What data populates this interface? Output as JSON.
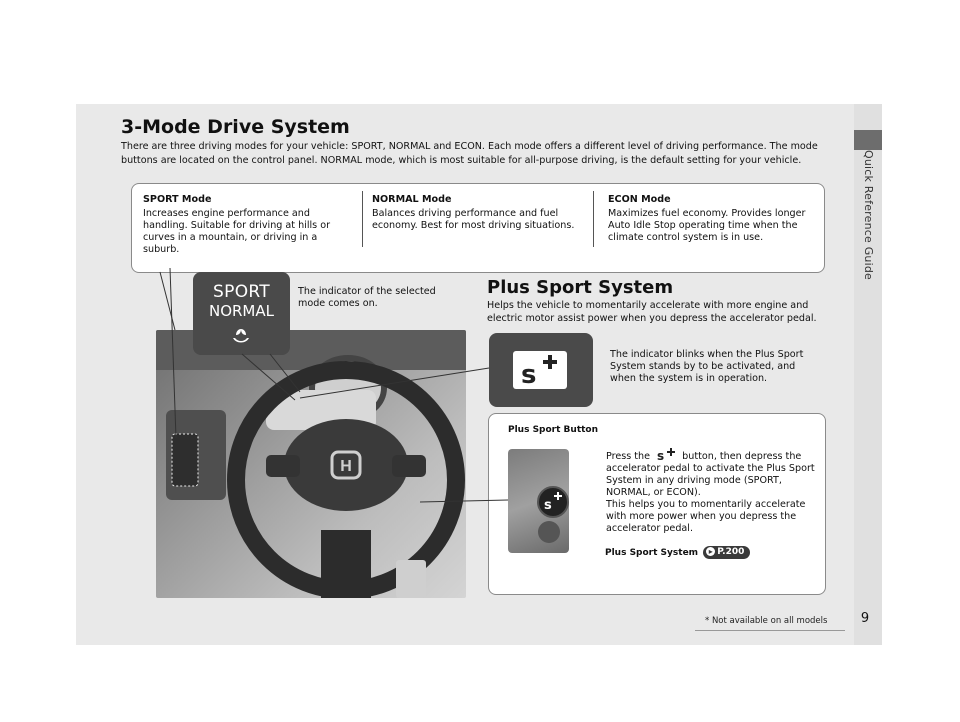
{
  "sidebar": {
    "label": "Quick Reference Guide"
  },
  "page_number": "9",
  "footnote": "* Not available on all models",
  "main": {
    "title": "3-Mode Drive System",
    "intro": "There are three driving modes for your vehicle: SPORT, NORMAL and ECON. Each mode offers a different level of driving performance. The mode buttons are located on the control panel. NORMAL mode, which is most suitable for all-purpose driving, is the default setting for your vehicle.",
    "modes": [
      {
        "title": "SPORT Mode",
        "desc": "Increases engine performance and handling. Suitable for driving at hills or curves in a mountain, or driving in a suburb."
      },
      {
        "title": "NORMAL Mode",
        "desc": "Balances driving performance and fuel economy. Best for most driving situations."
      },
      {
        "title": "ECON Mode",
        "desc": "Maximizes fuel economy. Provides longer Auto Idle Stop operating time when the climate control system is in use."
      }
    ],
    "display": {
      "line1": "SPORT",
      "line2": "NORMAL",
      "icon": "eco-leaf-icon"
    },
    "indicator_callout": "The indicator of the selected mode comes on."
  },
  "plus_sport": {
    "title": "Plus Sport System",
    "desc": "Helps the vehicle to momentarily accelerate with more engine and electric motor assist power when you depress the accelerator pedal.",
    "indicator_text": "The indicator blinks when the Plus Sport System stands by to be activated, and when the system is in operation.",
    "button_title": "Plus Sport Button",
    "press_before": "Press the",
    "press_after": "button, then depress the accelerator pedal to activate the Plus Sport System in any driving mode (SPORT, NORMAL, or ECON).",
    "press_help": "This helps you to momentarily accelerate with more power when you depress the accelerator pedal.",
    "ref_label": "Plus Sport System",
    "ref_page": "P.200"
  },
  "colors": {
    "panel": "#4a4a4a",
    "background": "#e9e9e9",
    "accent": "#6d6d6d"
  }
}
